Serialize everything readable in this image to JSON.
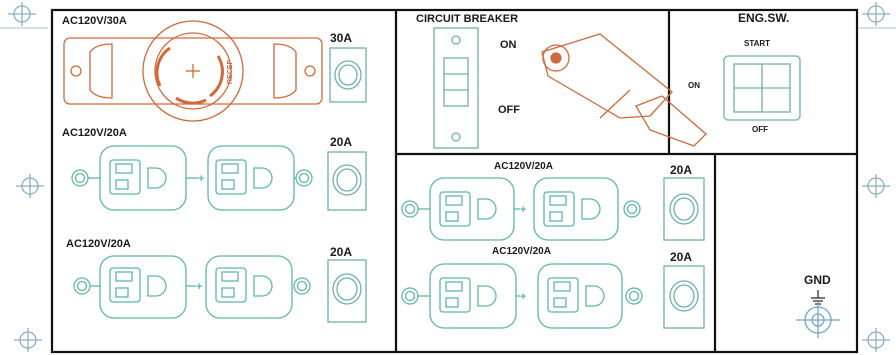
{
  "colors": {
    "panel_border": "#111111",
    "outlet_teal": "#5fb8a8",
    "breaker_teal": "#6fb0ae",
    "lock_orange": "#d06a3a",
    "corner_blue": "#8ab0c4"
  },
  "outlet_30a": {
    "label": "AC120V/30A",
    "breaker_rating": "30A",
    "brand_mark": "RECEP"
  },
  "outlet_20a_left_1": {
    "label": "AC120V/20A",
    "breaker_rating": "20A"
  },
  "outlet_20a_left_2": {
    "label": "AC120V/20A",
    "breaker_rating": "20A"
  },
  "outlet_20a_center_1": {
    "label": "AC120V/20A",
    "breaker_rating": "20A"
  },
  "outlet_20a_center_2": {
    "label": "AC120V/20A",
    "breaker_rating": "20A"
  },
  "circuit_breaker": {
    "title": "CIRCUIT BREAKER",
    "on_label": "ON",
    "off_label": "OFF"
  },
  "engine_switch": {
    "title": "ENG.SW.",
    "start_label": "START",
    "on_label": "ON",
    "off_label": "OFF"
  },
  "ground": {
    "label": "GND"
  }
}
